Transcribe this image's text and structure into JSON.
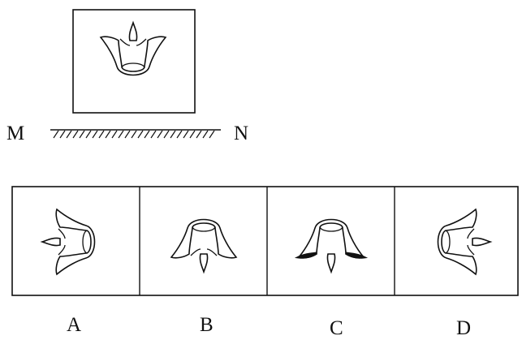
{
  "mirror": {
    "left_label": "M",
    "right_label": "N"
  },
  "options": [
    {
      "label": "A",
      "orientation": "rotated-left"
    },
    {
      "label": "B",
      "orientation": "inverted"
    },
    {
      "label": "C",
      "orientation": "inverted-shaded"
    },
    {
      "label": "D",
      "orientation": "rotated-right"
    }
  ],
  "colors": {
    "line": "#111111",
    "background": "#ffffff",
    "shade": "#333333"
  }
}
